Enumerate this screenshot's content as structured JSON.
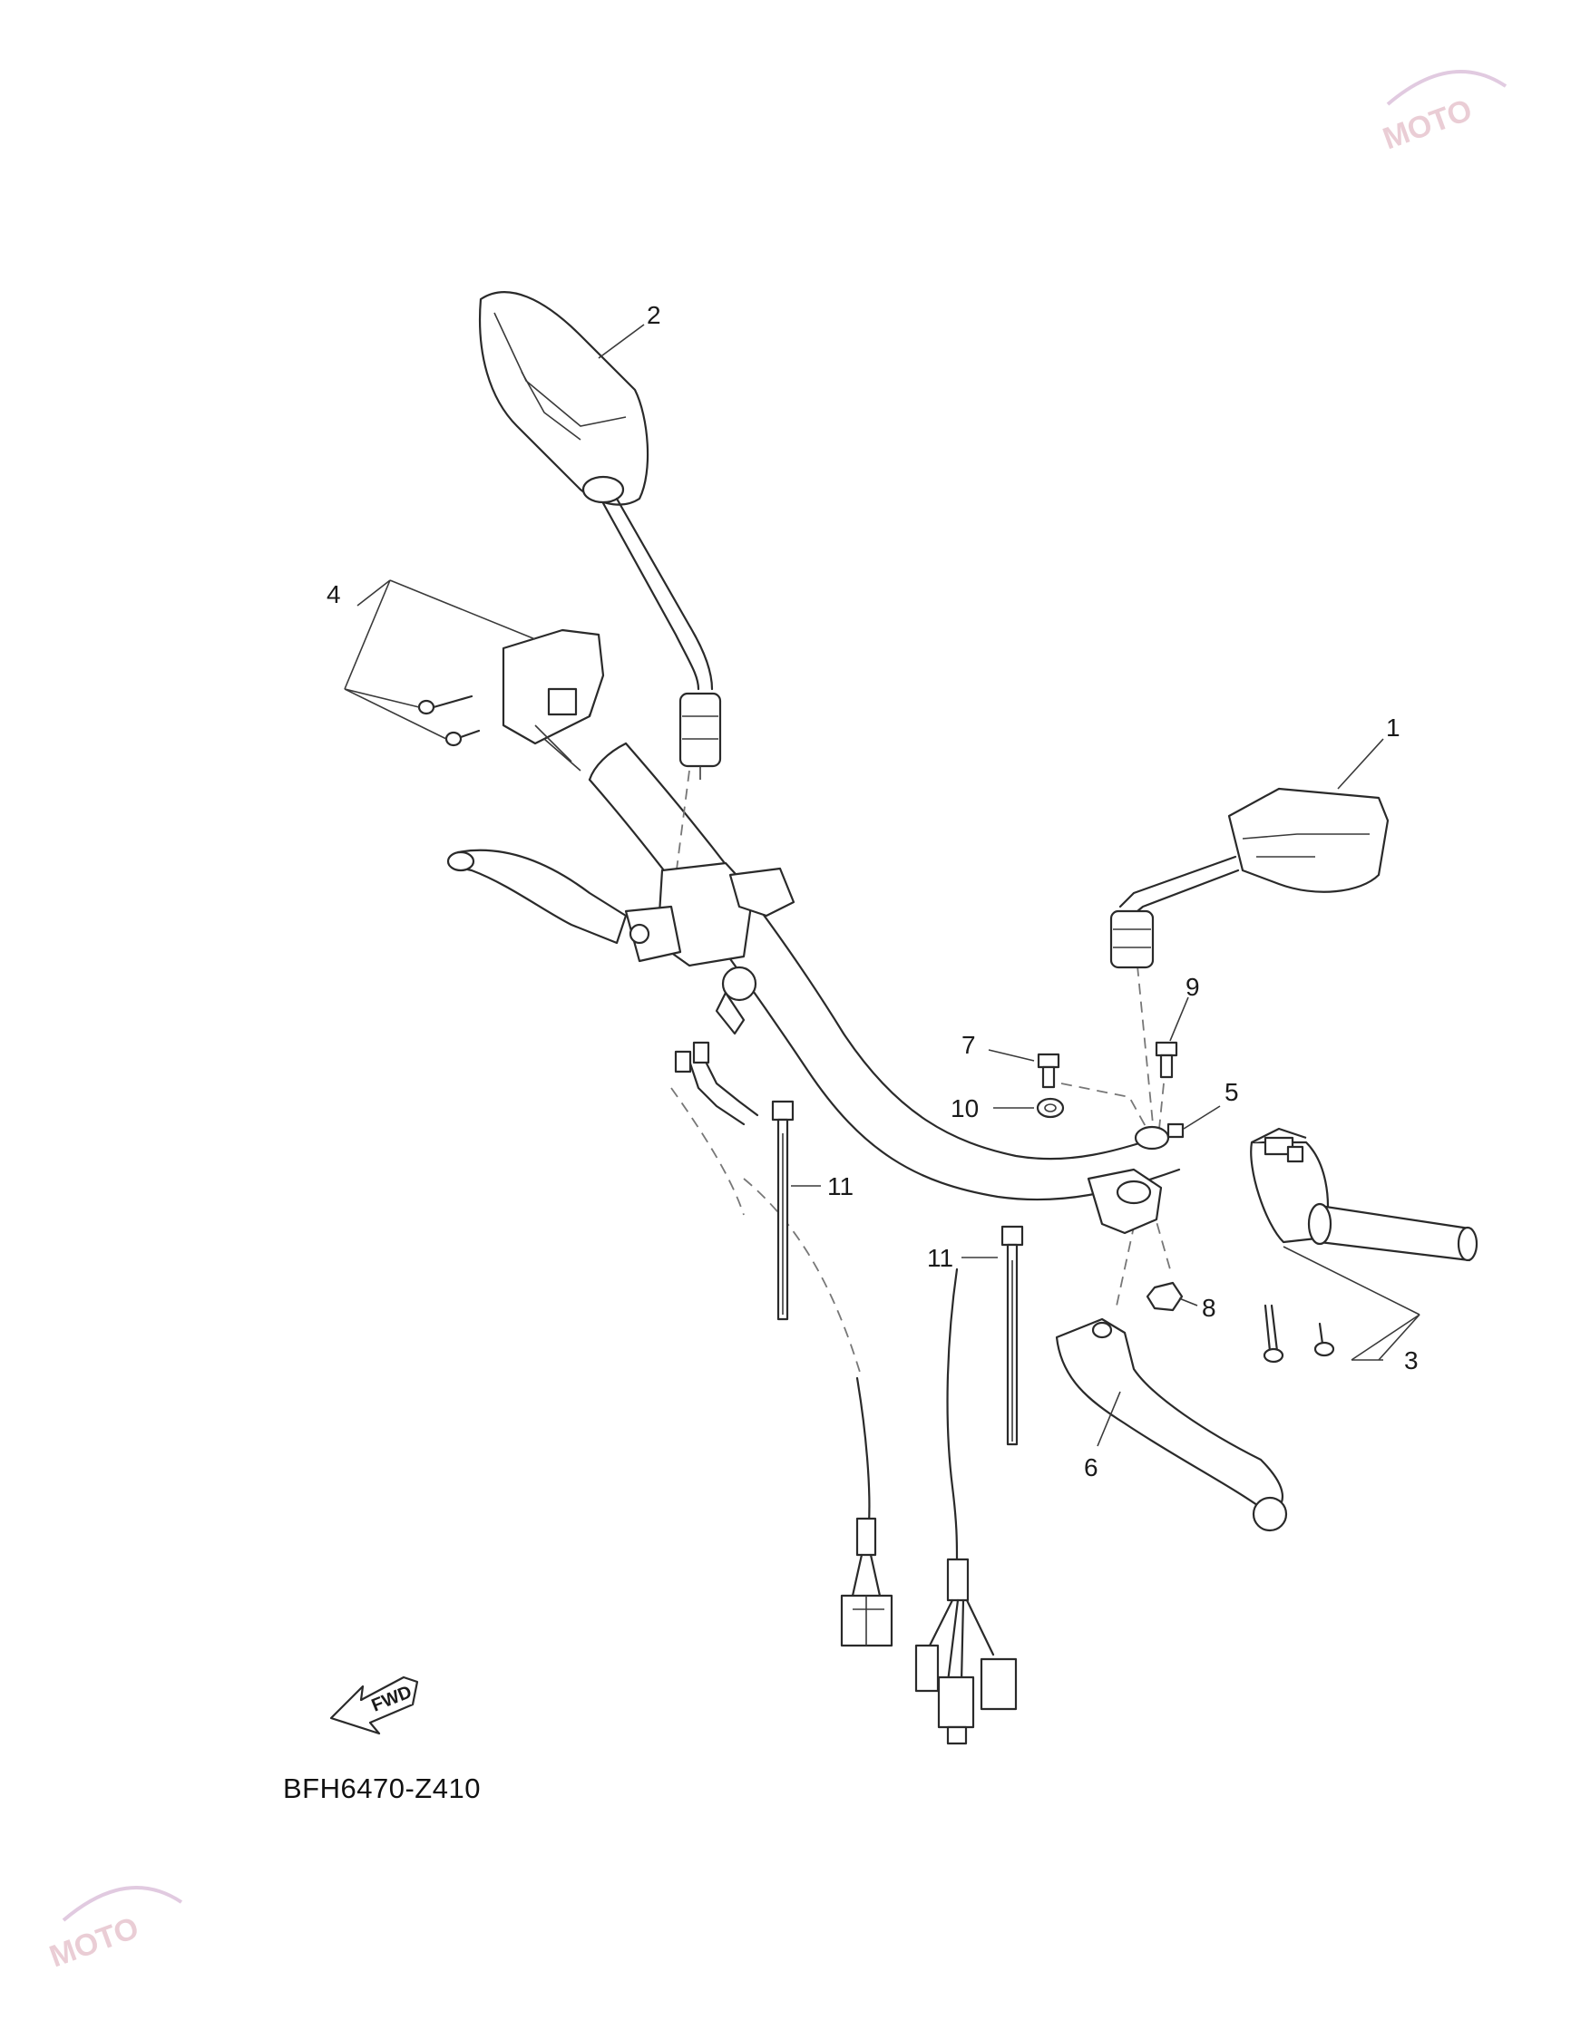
{
  "diagram_code": "BFH6470-Z410",
  "fwd_label": "FWD",
  "callouts": [
    "1",
    "2",
    "3",
    "4",
    "5",
    "6",
    "7",
    "8",
    "9",
    "10",
    "11",
    "11"
  ],
  "watermark": "MOTO"
}
